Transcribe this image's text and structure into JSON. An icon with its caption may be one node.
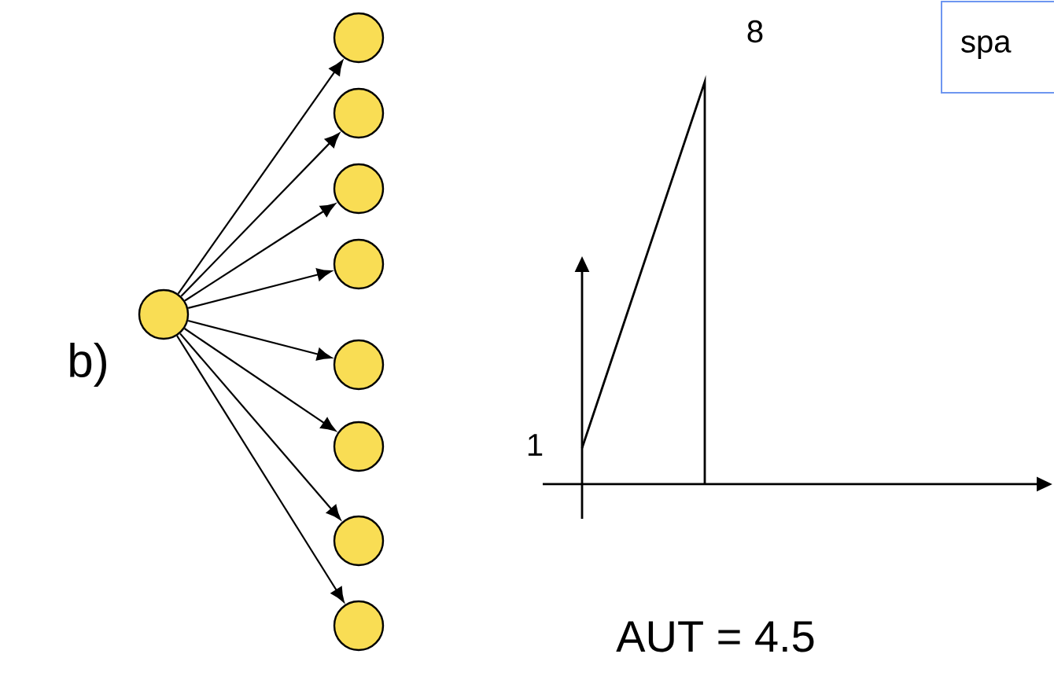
{
  "diagram": {
    "nodes": [
      {
        "text": [],
        "shape": "circle"
      },
      {
        "text": [],
        "shape": "circle"
      },
      {
        "text": [],
        "shape": "circle"
      },
      {
        "text": [],
        "shape": "circle"
      },
      {
        "text": [],
        "shape": "circle"
      },
      {
        "text": [],
        "shape": "circle"
      },
      {
        "text": [],
        "shape": "circle"
      },
      {
        "text": [],
        "shape": "circle"
      },
      {
        "text": [],
        "shape": "circle"
      },
      {
        "text": [
          "spa"
        ]
      }
    ],
    "edges": [
      {
        "from": 0,
        "to": 1,
        "arrow": "to"
      },
      {
        "from": 0,
        "to": 2,
        "arrow": "to"
      },
      {
        "from": 0,
        "to": 3,
        "arrow": "to"
      },
      {
        "from": 0,
        "to": 4,
        "arrow": "to"
      },
      {
        "from": 0,
        "to": 5,
        "arrow": "to"
      },
      {
        "from": 0,
        "to": 6,
        "arrow": "to"
      },
      {
        "from": 0,
        "to": 7,
        "arrow": "to"
      },
      {
        "from": 0,
        "to": 8,
        "arrow": "to"
      }
    ],
    "labels": [
      "8",
      "b)",
      "1",
      "AUT = 4.5"
    ]
  }
}
